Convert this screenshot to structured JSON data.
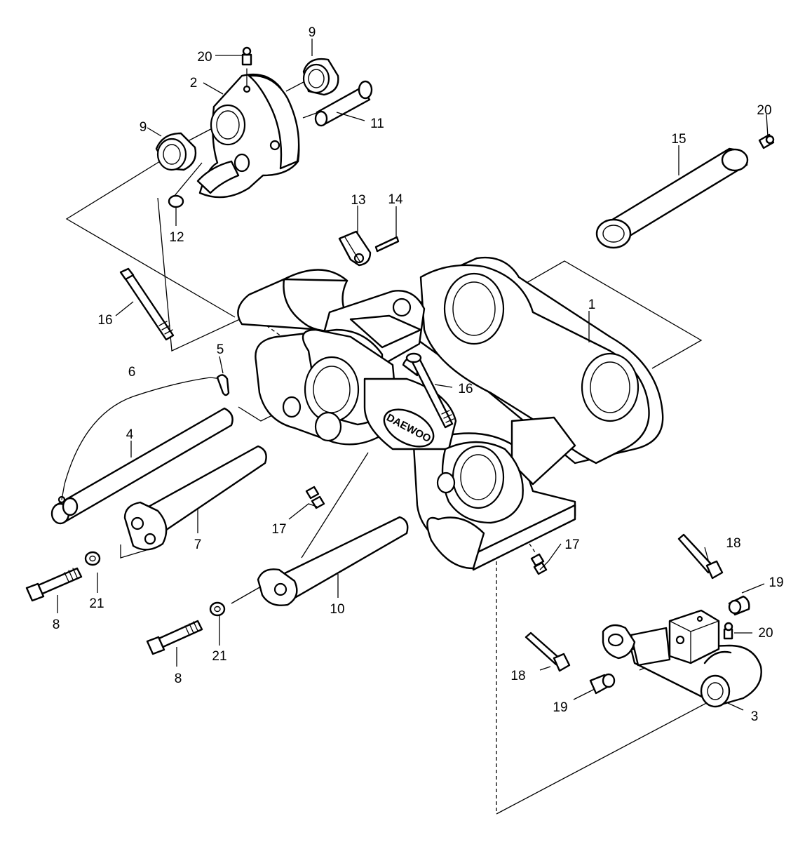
{
  "diagram": {
    "logo_text": "DAEWOO",
    "callouts": [
      {
        "id": "c1",
        "text": "1"
      },
      {
        "id": "c2",
        "text": "2"
      },
      {
        "id": "c3",
        "text": "3"
      },
      {
        "id": "c4",
        "text": "4"
      },
      {
        "id": "c5",
        "text": "5"
      },
      {
        "id": "c6",
        "text": "6"
      },
      {
        "id": "c7",
        "text": "7"
      },
      {
        "id": "c8a",
        "text": "8"
      },
      {
        "id": "c8b",
        "text": "8"
      },
      {
        "id": "c9a",
        "text": "9"
      },
      {
        "id": "c9b",
        "text": "9"
      },
      {
        "id": "c10",
        "text": "10"
      },
      {
        "id": "c11",
        "text": "11"
      },
      {
        "id": "c12",
        "text": "12"
      },
      {
        "id": "c13",
        "text": "13"
      },
      {
        "id": "c14",
        "text": "14"
      },
      {
        "id": "c15",
        "text": "15"
      },
      {
        "id": "c16a",
        "text": "16"
      },
      {
        "id": "c16b",
        "text": "16"
      },
      {
        "id": "c17a",
        "text": "17"
      },
      {
        "id": "c17b",
        "text": "17"
      },
      {
        "id": "c18a",
        "text": "18"
      },
      {
        "id": "c18b",
        "text": "18"
      },
      {
        "id": "c19a",
        "text": "19"
      },
      {
        "id": "c19b",
        "text": "19"
      },
      {
        "id": "c20a",
        "text": "20"
      },
      {
        "id": "c20b",
        "text": "20"
      },
      {
        "id": "c20c",
        "text": "20"
      },
      {
        "id": "c21a",
        "text": "21"
      },
      {
        "id": "c21b",
        "text": "21"
      }
    ]
  }
}
